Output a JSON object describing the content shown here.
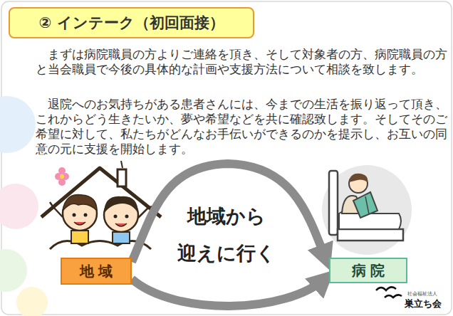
{
  "diagram": {
    "nodes": [
      {
        "text": [
          "② インテーク（初回面接）"
        ]
      },
      {
        "text": [
          "地 域"
        ]
      },
      {
        "text": [
          "病 院"
        ]
      }
    ],
    "edges": [
      {
        "from": 1,
        "to": 2,
        "arrow": "to"
      },
      {
        "from": 1,
        "to": 2,
        "arrow": "to"
      }
    ],
    "labels": [
      "まずは病院職員の方よりご連絡を頂き、そして対象者の方、病院職員の方と当会職員で今後の具体的な計画や支援方法について相談を致します。",
      "退院へのお気持ちがある患者さんには、今までの生活を振り返って頂き、これからどう生きたいか、夢や希望などを共に確認致します。そしてそのご希望に対して、私たちがどんなお手伝いができるのかを提示し、お互いの同意の元に支援を開始します。",
      "地域から 迎えに行く",
      "社会福祉法人",
      "巣立ち会"
    ]
  }
}
